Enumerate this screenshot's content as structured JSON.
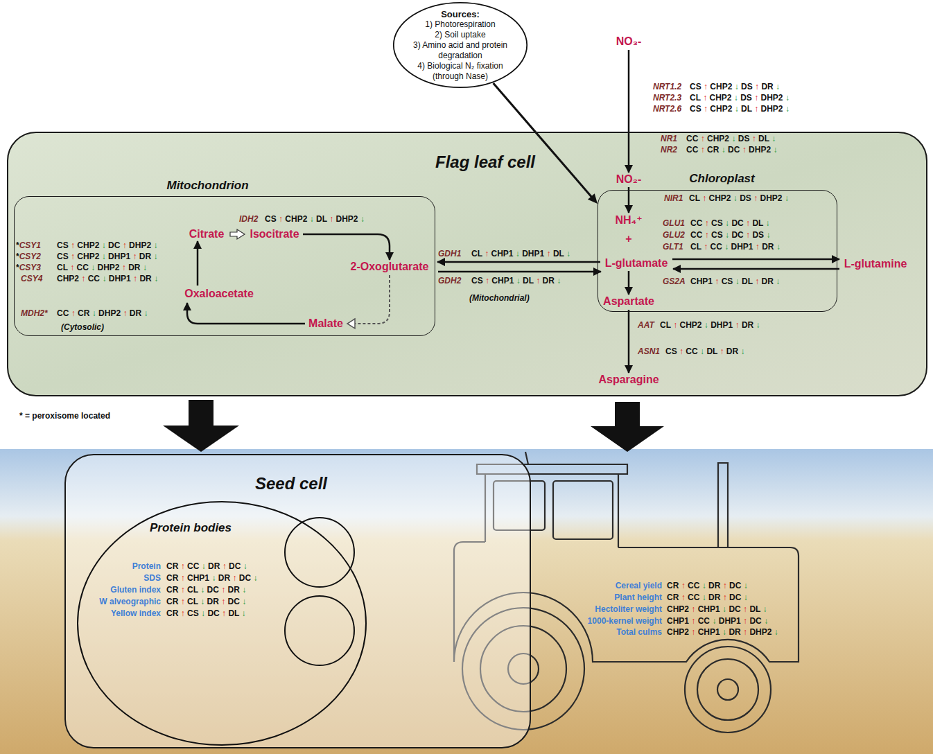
{
  "diagram": {
    "nodes": [
      {
        "text": [
          "Sources:",
          "1) Photorespiration",
          "2) Soil uptake",
          "3) Amino acid and protein degradation",
          "4) Biological N₂ fixation (through Nase)"
        ]
      },
      {
        "text": [
          "Flag leaf cell"
        ]
      },
      {
        "text": [
          "Mitochondrion"
        ],
        "in": 1
      },
      {
        "text": [
          "Chloroplast"
        ],
        "in": 1
      },
      {
        "text": [
          "Seed cell"
        ]
      },
      {
        "text": [
          "Protein bodies"
        ],
        "in": 4
      }
    ],
    "edges": [
      {
        "from": 0,
        "to": 3,
        "arrow": "to"
      },
      {
        "from": 1,
        "to": 4,
        "arrow": "to"
      }
    ],
    "labels": [
      "NO₃-",
      "NRT1.2",
      "CS ↑ CHP2 ↓ DS ↑ DR ↓",
      "NRT2.3",
      "CL ↑ CHP2 ↓ DS ↑ DHP2 ↓",
      "NRT2.6",
      "CS ↑ CHP2 ↓ DL ↑ DHP2 ↓",
      "NR1",
      "CC ↑ CHP2 ↓ DS ↑ DL ↓",
      "NR2",
      "CC ↑ CR ↓ DC ↑ DHP2 ↓",
      "NO₂-",
      "IDH2",
      "CS ↑ CHP2 ↓ DL ↑ DHP2 ↓",
      "Citrate",
      "Isocitrate",
      "NIR1",
      "CL ↑ CHP2 ↓ DS ↑ DHP2 ↓",
      "NH₄⁺",
      "*CSY1",
      "CS ↑ CHP2 ↓ DC ↑ DHP2 ↓",
      "*CSY2",
      "CS ↑ CHP2 ↓ DHP1 ↑ DR ↓",
      "*CSY3",
      "CL ↑ CC ↓ DHP2 ↑ DR ↓",
      "CSY4",
      "CHP2 ↑ CC ↓ DHP1 ↑ DR ↓",
      "+",
      "GLU1",
      "CC ↑ CS ↓ DC ↑ DL ↓",
      "GLU2",
      "CC ↑ CS ↓ DC ↑ DS ↓",
      "GLT1",
      "CL ↑ CC ↓ DHP1 ↑ DR ↓",
      "GDH1",
      "CL ↑ CHP1 ↓ DHP1 ↑ DL ↓",
      "2-Oxoglutarate",
      "L-glutamate",
      "L-glutamine",
      "GDH2",
      "CS ↑ CHP1 ↓ DL ↑ DR ↓",
      "GS2A",
      "CHP1 ↑ CS ↓ DL ↑ DR ↓",
      "Oxaloacetate",
      "(Mitochondrial)",
      "Aspartate",
      "MDH2*",
      "CC ↑ CR ↓ DHP2 ↑ DR ↓",
      "Malate",
      "AAT",
      "CL ↑ CHP2 ↓ DHP1 ↑ DR ↓",
      "(Cytosolic)",
      "ASN1",
      "CS ↑ CC ↓ DL ↑ DR ↓",
      "Asparagine",
      "* = peroxisome located",
      "Protein",
      "CR ↑ CC ↓ DR ↑ DC ↓",
      "SDS",
      "CR ↑ CHP1 ↓ DR ↑ DC ↓",
      "Gluten index",
      "CR ↑ CL ↓ DC ↑ DR ↓",
      "W alveographic",
      "CR ↑ CL ↓ DR ↑ DC ↓",
      "Yellow index",
      "CR ↑ CS ↓ DC ↑ DL ↓",
      "Cereal yield",
      "CR ↑ CC ↓ DR ↑ DC ↓",
      "Plant height",
      "CR ↑ CC ↓ DR ↑ DC ↓",
      "Hectoliter weight",
      "CHP2 ↑ CHP1 ↓ DC ↑ DL ↓",
      "1000-kernel weight",
      "CHP1 ↑ CC ↓ DHP1 ↑ DC ↓",
      "Total culms",
      "CHP2 ↑ CHP1 ↓ DR ↑ DHP2 ↓"
    ]
  }
}
